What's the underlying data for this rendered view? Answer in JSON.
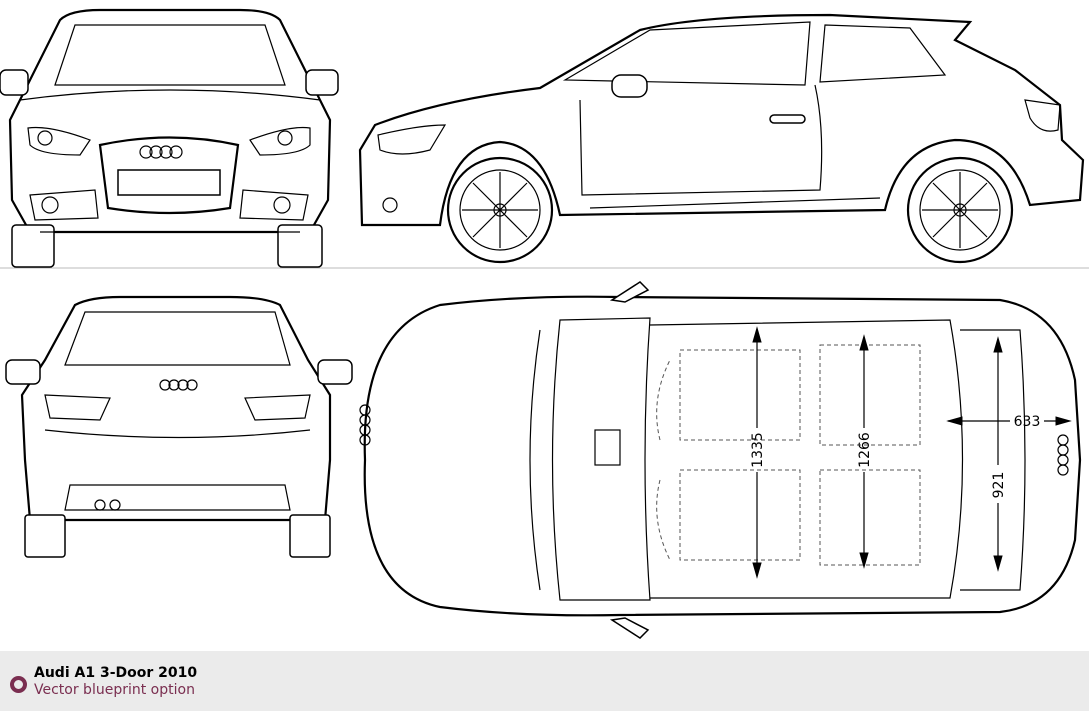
{
  "blueprint": {
    "views": [
      "front",
      "side",
      "rear",
      "top"
    ],
    "dimensions": {
      "width_front_seats": "1335",
      "width_rear_seats": "1266",
      "rear_overhang_interior": "633",
      "trunk_width": "921"
    }
  },
  "footer": {
    "title": "Audi A1 3-Door 2010",
    "subtitle": "Vector blueprint option",
    "accent_color": "#7a2e50"
  }
}
